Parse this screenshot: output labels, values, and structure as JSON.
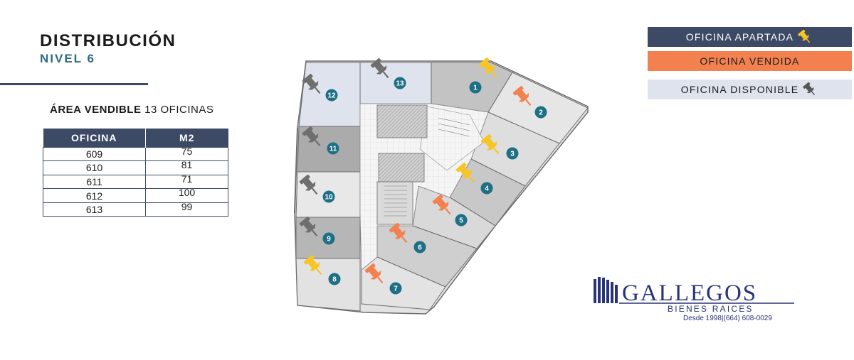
{
  "header": {
    "title": "DISTRIBUCIÓN",
    "subtitle": "NIVEL 6"
  },
  "summary": {
    "label": "ÁREA VENDIBLE",
    "value": "13 OFICINAS"
  },
  "table": {
    "columns": [
      "OFICINA",
      "M2"
    ],
    "rows": [
      {
        "oficina": "609",
        "m2": "75"
      },
      {
        "oficina": "610",
        "m2": "81"
      },
      {
        "oficina": "611",
        "m2": "71"
      },
      {
        "oficina": "612",
        "m2": "100"
      },
      {
        "oficina": "613",
        "m2": "99"
      }
    ]
  },
  "legend": {
    "apartada": "OFICINA APARTADA",
    "vendida": "OFICINA VENDIDA",
    "disponible": "OFICINA DISPONIBLE"
  },
  "colors": {
    "navy": "#3d4a66",
    "teal": "#1e6f85",
    "yellow": "#f7c525",
    "orange": "#f2814f",
    "gray_pin": "#6e6e6e",
    "available": "#dfe3ee"
  },
  "floorplan": {
    "offices": [
      {
        "number": "1",
        "status": "apartada"
      },
      {
        "number": "2",
        "status": "vendida"
      },
      {
        "number": "3",
        "status": "apartada"
      },
      {
        "number": "4",
        "status": "apartada"
      },
      {
        "number": "5",
        "status": "vendida"
      },
      {
        "number": "6",
        "status": "vendida"
      },
      {
        "number": "7",
        "status": "vendida"
      },
      {
        "number": "8",
        "status": "apartada"
      },
      {
        "number": "9",
        "status": "disponible"
      },
      {
        "number": "10",
        "status": "disponible"
      },
      {
        "number": "11",
        "status": "disponible"
      },
      {
        "number": "12",
        "status": "disponible"
      },
      {
        "number": "13",
        "status": "disponible"
      }
    ]
  },
  "logo": {
    "name": "GALLEGOS",
    "tagline": "BIENES RAICES",
    "contact": "Desde 1998|(664) 608-0029"
  }
}
